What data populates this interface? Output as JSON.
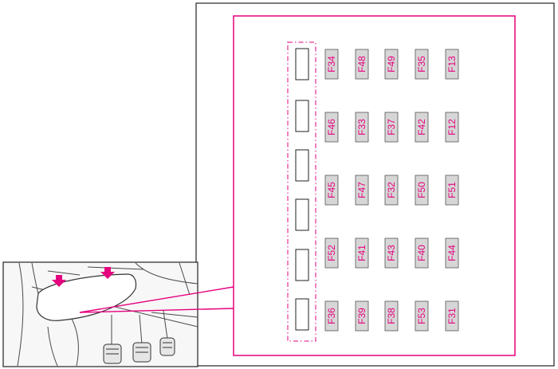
{
  "colors": {
    "accent": "#e5007e",
    "fuse_fill": "#d6d6d6",
    "frame": "#222222",
    "line_art": "#4a4a4a",
    "inset_bg": "#f7f7f7"
  },
  "fuse_rows": [
    [
      "F34",
      "F48",
      "F49",
      "F35",
      "F13"
    ],
    [
      "F46",
      "F33",
      "F37",
      "F42",
      "F12"
    ],
    [
      "F45",
      "F47",
      "F32",
      "F50",
      "F51"
    ],
    [
      "F52",
      "F41",
      "F43",
      "F40",
      "F44"
    ],
    [
      "F36",
      "F39",
      "F38",
      "F53",
      "F31"
    ]
  ],
  "relay_slot_count": 6,
  "location_arrows": [
    "arrow-left",
    "arrow-right"
  ]
}
